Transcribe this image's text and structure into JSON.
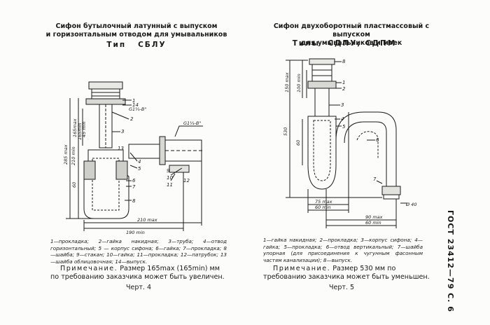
{
  "left": {
    "title_line1": "Сифон бутылочный латунный с выпуском",
    "title_line2": "и горизонтальным отводом для умывальников",
    "type_line": "Тип   СБЛУ",
    "legend": "1—прокладка; 2—гайка накидная; 3—труба; 4—отвод горизонтальный; 5 — корпус сифона; 6—гайка; 7—прокладка; 8—шайба; 9—стакан; 10—гайка; 11—прокладка; 12—патрубок; 13—шайба облицовочная; 14—выпуск.",
    "note_label": "Примечание.",
    "note_text": " Размер 165max (165min) мм по требованию заказчика может быть увеличен.",
    "figure": "Черт. 4",
    "drawing": {
      "dim_165max": "165max",
      "dim_165min": "165min",
      "dim_45min": "45 min",
      "dim_285max": "285 max",
      "dim_210min": "210 min",
      "dim_60": "60",
      "dim_210max": "210 max",
      "dim_190min": "190 min",
      "thread_1": "G1¼-B\"",
      "thread_2": "G1¼-B\"",
      "callouts": [
        "1",
        "14",
        "2",
        "3",
        "4",
        "5",
        "6",
        "7",
        "8",
        "9",
        "10",
        "11",
        "12",
        "13"
      ]
    }
  },
  "right": {
    "title_line1": "Сифон двухоборотный пластмассовый с выпуском",
    "title_line2": "для умывальников и моек",
    "type_line": "Типы  СДПУ, СДПМ",
    "legend": "1—гайка накидная; 2—прокладка; 3—корпус сифона; 4—гайка; 5—прокладка; 6—отвод вертикальный; 7—шайба упорная (для присоединения к чугунным фасонным частям канализации); 8—выпуск.",
    "note_label": "Примечание.",
    "note_text": " Размер 530 мм по требованию заказчика может быть уменьшен.",
    "figure": "Черт. 5",
    "drawing": {
      "dim_150max": "150 max",
      "dim_100min": "100 min",
      "dim_530": "530",
      "dim_60": "60",
      "dim_75max": "75 max",
      "dim_60min": "60 min",
      "dim_90max": "90 max",
      "dim_60min_b": "60 min",
      "dim_d40": "Ø 40",
      "callouts": [
        "8",
        "1",
        "2",
        "3",
        "4",
        "5",
        "6",
        "7"
      ]
    }
  },
  "side_header": "ГОСТ 23412—79 С. 6"
}
